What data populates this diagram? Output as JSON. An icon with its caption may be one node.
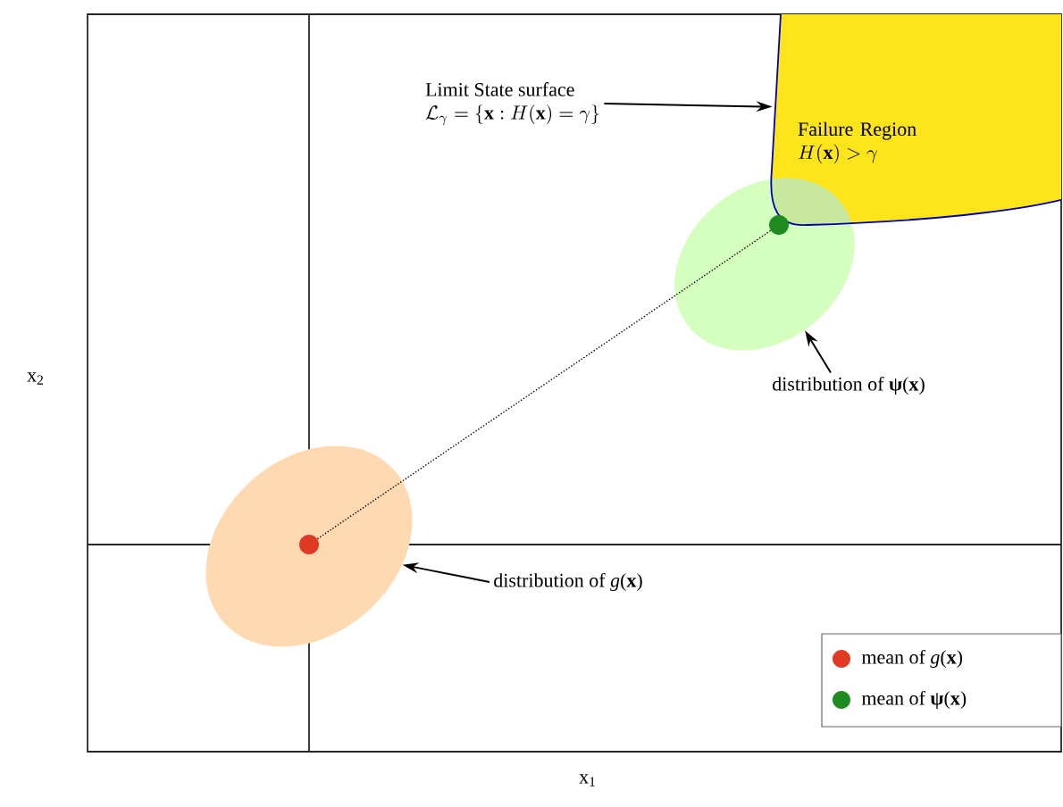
{
  "diagram": {
    "nodes": [
      {
        "text": [
          "Failure Region",
          "H(\\mathbf{x}) > \\gamma"
        ]
      },
      {
        "text": [
          "Limit State surface",
          "\\mathcal{L}_\\gamma = \\{\\mathbf{x} : H(\\mathbf{x}) = \\gamma\\}"
        ]
      },
      {
        "text": [],
        "shape": "ellipse"
      },
      {
        "text": [],
        "shape": "circle",
        "in": 2
      },
      {
        "text": [
          "distribution of **ψ**(**x**)"
        ]
      },
      {
        "text": [],
        "shape": "ellipse"
      },
      {
        "text": [],
        "shape": "circle",
        "in": 5
      },
      {
        "text": [
          "distribution of *g*(**x**)"
        ]
      }
    ],
    "edges": [
      {
        "from": 1,
        "to": 0,
        "arrow": "to"
      },
      {
        "from": 4,
        "to": 2,
        "arrow": "to"
      },
      {
        "from": 7,
        "to": 5,
        "arrow": "to"
      },
      {
        "from": 6,
        "to": 3,
        "arrow": "none",
        "style": "dashed"
      }
    ],
    "labels": [
      "x$_{2}$",
      "x$_{1}$"
    ],
    "legend": [
      {
        "text": "mean of *g*(**x**)",
        "color": "#e03a24"
      },
      {
        "text": "mean of **ψ**(**x**)",
        "color": "#1f8a1f"
      }
    ]
  }
}
